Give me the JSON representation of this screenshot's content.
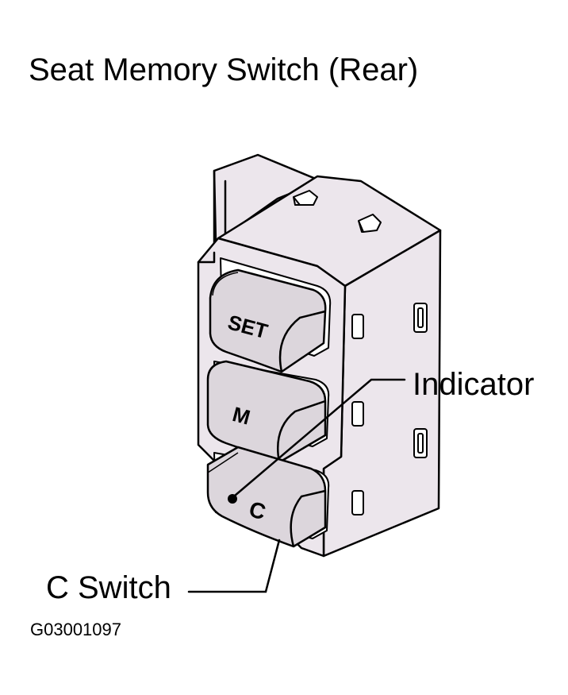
{
  "title": "Seat Memory Switch (Rear)",
  "buttons": {
    "set_label": "SET",
    "m_label": "M",
    "c_label": "C"
  },
  "callouts": {
    "indicator": "Indicator",
    "c_switch": "C Switch"
  },
  "figure_id": "G03001097",
  "colors": {
    "housing_fill": "#ece6ec",
    "button_fill": "#dcd6dc",
    "line": "#000000"
  }
}
